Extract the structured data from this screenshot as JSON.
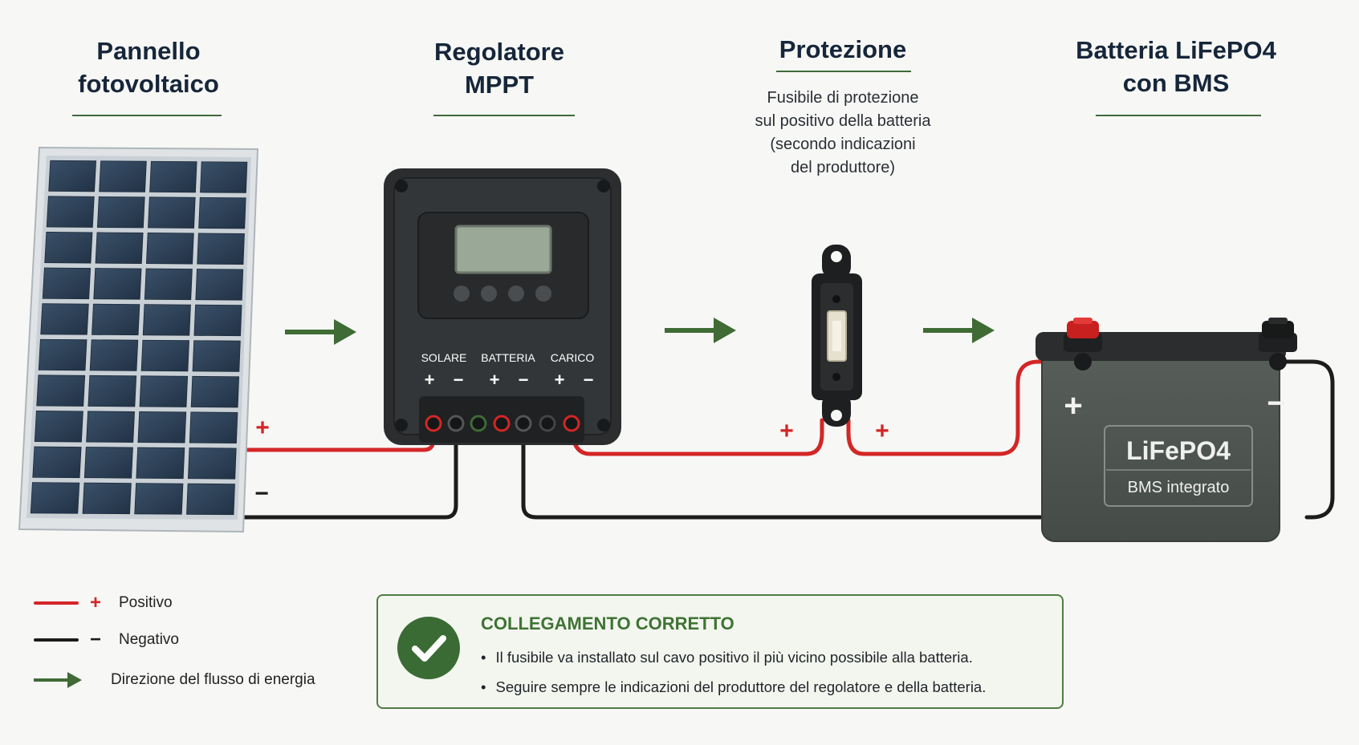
{
  "headings": {
    "panel": [
      "Pannello",
      "fotovoltaico"
    ],
    "controller": [
      "Regolatore",
      "MPPT"
    ],
    "protection": [
      "Protezione"
    ],
    "battery": [
      "Batteria LiFePO4",
      "con BMS"
    ]
  },
  "protection_note": [
    "Fusibile di protezione",
    "sul positivo della batteria",
    "(secondo indicazioni",
    "del produttore)"
  ],
  "controller_terminals": {
    "solar": "SOLARE",
    "battery": "BATTERIA",
    "load": "CARICO",
    "plus": "+",
    "minus": "−"
  },
  "wire_signs": {
    "plus": "+",
    "minus": "−"
  },
  "battery_label": {
    "chemistry": "LiFePO4",
    "bms": "BMS integrato",
    "plus": "+",
    "minus": "−"
  },
  "legend": {
    "positive": {
      "sign": "+",
      "label": "Positivo"
    },
    "negative": {
      "sign": "−",
      "label": "Negativo"
    },
    "flow": {
      "label": "Direzione del flusso di energia"
    }
  },
  "callout": {
    "title": "COLLEGAMENTO CORRETTO",
    "bullets": [
      "Il fusibile va installato sul cavo positivo il più vicino possibile alla batteria.",
      "Seguire sempre le indicazioni del produttore del regolatore e della batteria."
    ]
  },
  "colors": {
    "positive_wire": "#d32626",
    "negative_wire": "#1c1c1c",
    "flow_arrow": "#3f6b35",
    "accent_green": "#3f7334",
    "controller_body": "#2b2d2f",
    "battery_body": "#4e5550",
    "panel_cell": "#2d3f55"
  },
  "icons": [
    "solar-panel-icon",
    "mppt-controller-icon",
    "fuse-holder-icon",
    "battery-icon",
    "checkmark-icon",
    "arrow-right-icon"
  ]
}
